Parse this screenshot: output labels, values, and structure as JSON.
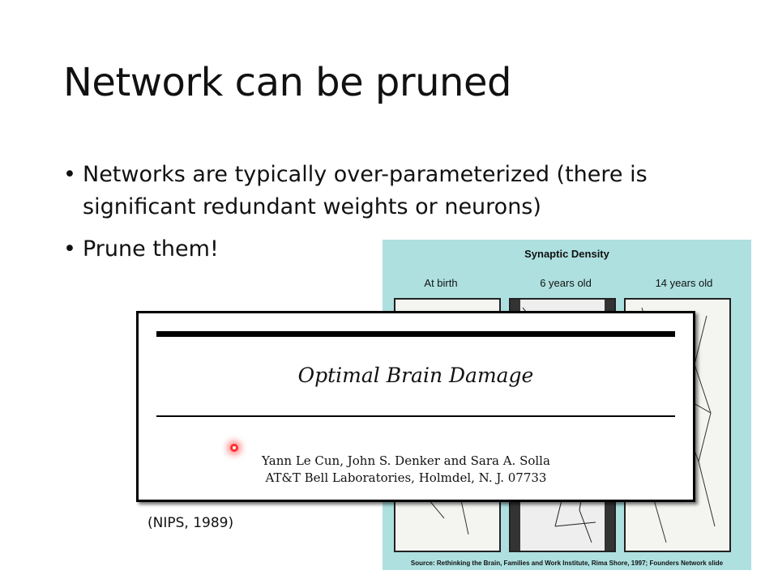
{
  "slide": {
    "title": "Network can be pruned",
    "bullets": [
      "Networks are typically over-parameterized (there is significant redundant weights or neurons)",
      "Prune them!"
    ],
    "bullet_glyph": "•"
  },
  "synaptic_figure": {
    "title": "Synaptic Density",
    "columns": [
      "At birth",
      "6 years old",
      "14 years old"
    ],
    "source": "Source: Rethinking the Brain, Families and Work Institute, Rima Shore, 1997; Founders Network slide",
    "background_color": "#aee0e0"
  },
  "paper": {
    "title": "Optimal Brain Damage",
    "authors": "Yann Le Cun, John S. Denker and Sara A. Solla",
    "affiliation": "AT&T Bell Laboratories, Holmdel, N. J. 07733"
  },
  "caption": "(NIPS, 1989)",
  "colors": {
    "pointer": "#ff3030"
  }
}
